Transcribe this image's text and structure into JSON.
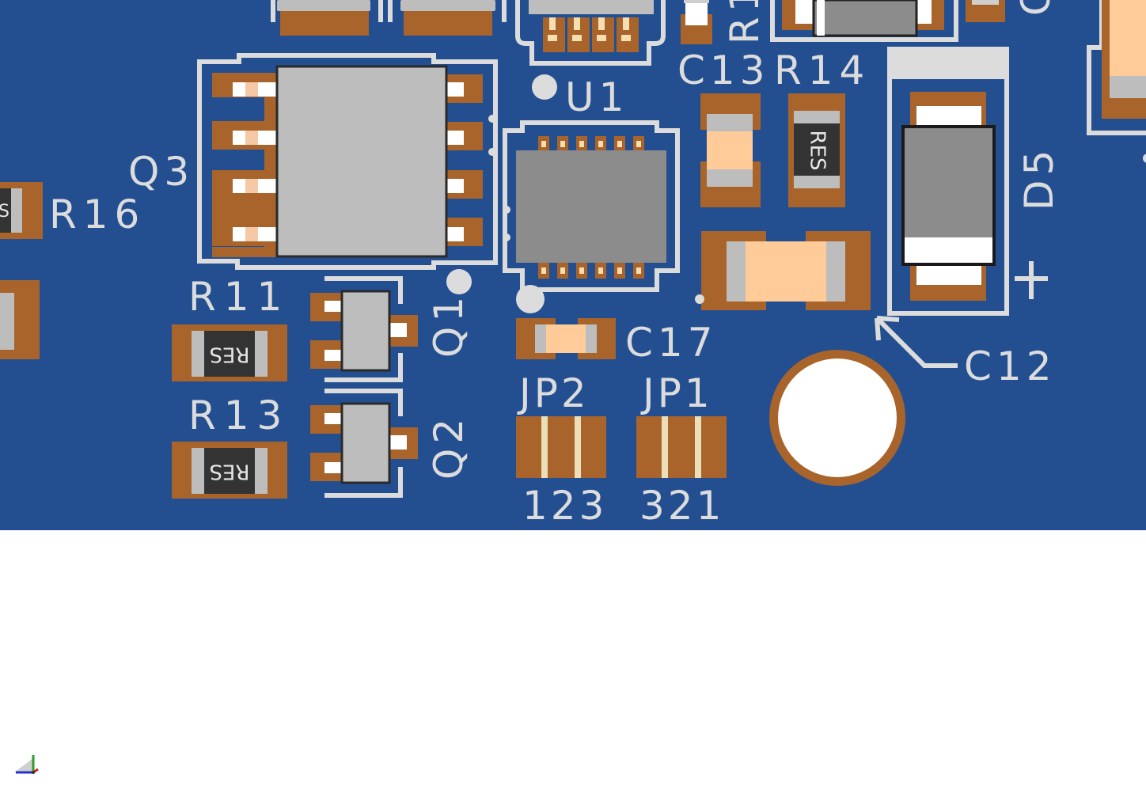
{
  "view": {
    "board_color": "#234f91",
    "silk_color": "#dcdcdc",
    "copper_color": "#a8642a",
    "background": "#ffffff"
  },
  "designators": {
    "q3": "Q3",
    "r16": "R16",
    "r11": "R11",
    "r13": "R13",
    "q1": "Q1",
    "q2": "Q2",
    "u1": "U1",
    "c13": "C13",
    "r14": "R14",
    "c17": "C17",
    "jp2": "JP2",
    "jp1": "JP1",
    "d5": "D5",
    "c12": "C12",
    "r1_partial": "R1",
    "c_partial": "C",
    "jp2_pins": "123",
    "jp1_pins": "321",
    "d5_plus": "+"
  },
  "component_marks": {
    "r11": "RES",
    "r13": "RES",
    "r14": "RES",
    "r16_partial": "S"
  },
  "axis_icon": "axis-triad-icon"
}
